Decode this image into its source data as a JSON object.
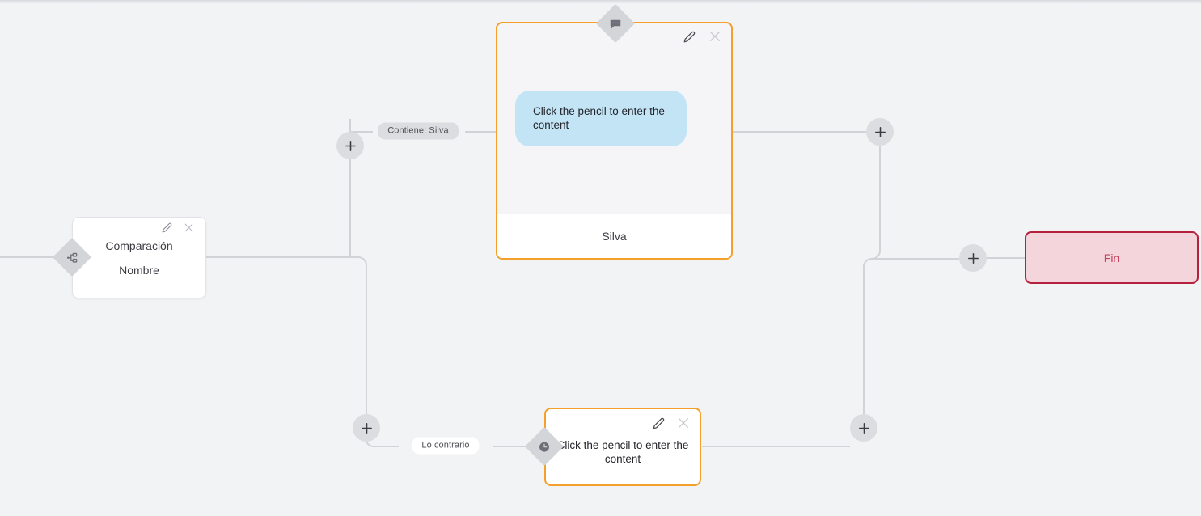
{
  "canvas": {
    "background": "#f2f3f5",
    "accent_orange": "#f5a02a",
    "accent_red": "#b4213f",
    "bubble_blue": "#c2e4f5",
    "wire_color": "#d2d3d7"
  },
  "nodes": {
    "comparison": {
      "title": "Comparación",
      "subtitle": "Nombre",
      "handle_icon": "branch-icon",
      "edit_icon": "pencil-icon",
      "close_icon": "close-icon"
    },
    "message_top": {
      "handle_icon": "chat-bubble-icon",
      "bubble_text": "Click the pencil to enter the content",
      "footer_label": "Silva",
      "edit_icon": "pencil-icon",
      "close_icon": "close-icon"
    },
    "message_bottom": {
      "handle_icon": "clock-icon",
      "text": "Click the pencil to enter the content",
      "edit_icon": "pencil-icon",
      "close_icon": "close-icon"
    },
    "end": {
      "label": "Fin"
    }
  },
  "edges": {
    "true_label": "Contiene: Silva",
    "false_label": "Lo contrario"
  },
  "add_buttons": [
    {
      "id": "add-true-branch",
      "icon": "plus-icon"
    },
    {
      "id": "add-false-branch",
      "icon": "plus-icon"
    },
    {
      "id": "add-after-top",
      "icon": "plus-icon"
    },
    {
      "id": "add-after-bottom",
      "icon": "plus-icon"
    },
    {
      "id": "add-before-end",
      "icon": "plus-icon"
    }
  ]
}
